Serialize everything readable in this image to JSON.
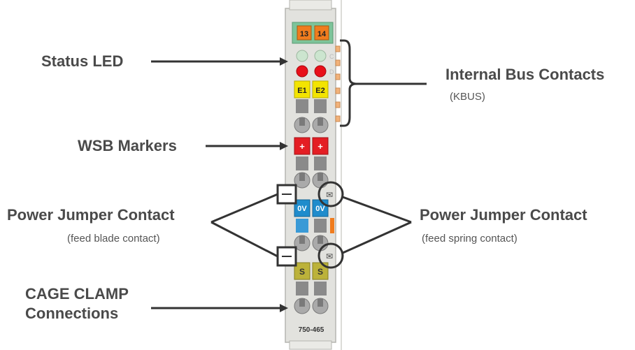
{
  "labels": {
    "status_led": "Status LED",
    "internal_bus": "Internal Bus Contacts",
    "internal_bus_sub": "(KBUS)",
    "wsb_markers": "WSB  Markers",
    "pj_left": "Power Jumper Contact",
    "pj_left_sub": "(feed blade contact)",
    "pj_right": "Power Jumper Contact",
    "pj_right_sub": "(feed spring contact)",
    "cage_clamp_1": "CAGE CLAMP",
    "cage_clamp_2": "Connections"
  },
  "module": {
    "terminal_numbers": [
      "13",
      "14"
    ],
    "error_labels": [
      "E1",
      "E2"
    ],
    "plus_markers": [
      "+",
      "+"
    ],
    "zero_v_markers": [
      "0V",
      "0V"
    ],
    "shield_markers": [
      "S",
      "S"
    ],
    "part_number": "750-465",
    "led_letters": [
      "C",
      "D"
    ]
  },
  "colors": {
    "text": "#4a4a4a",
    "housing": "#e2e2de",
    "orange": "#f07c1e",
    "green_header": "#7dc49a",
    "red_led": "#e8101a",
    "green_led": "#cce5cf",
    "yellow": "#f3e400",
    "red_marker": "#e41e24",
    "blue": "#1f8ccc",
    "olive": "#bcb23a",
    "gray_block": "#8a8a8a",
    "kbus_contact": "#f2b27a"
  }
}
